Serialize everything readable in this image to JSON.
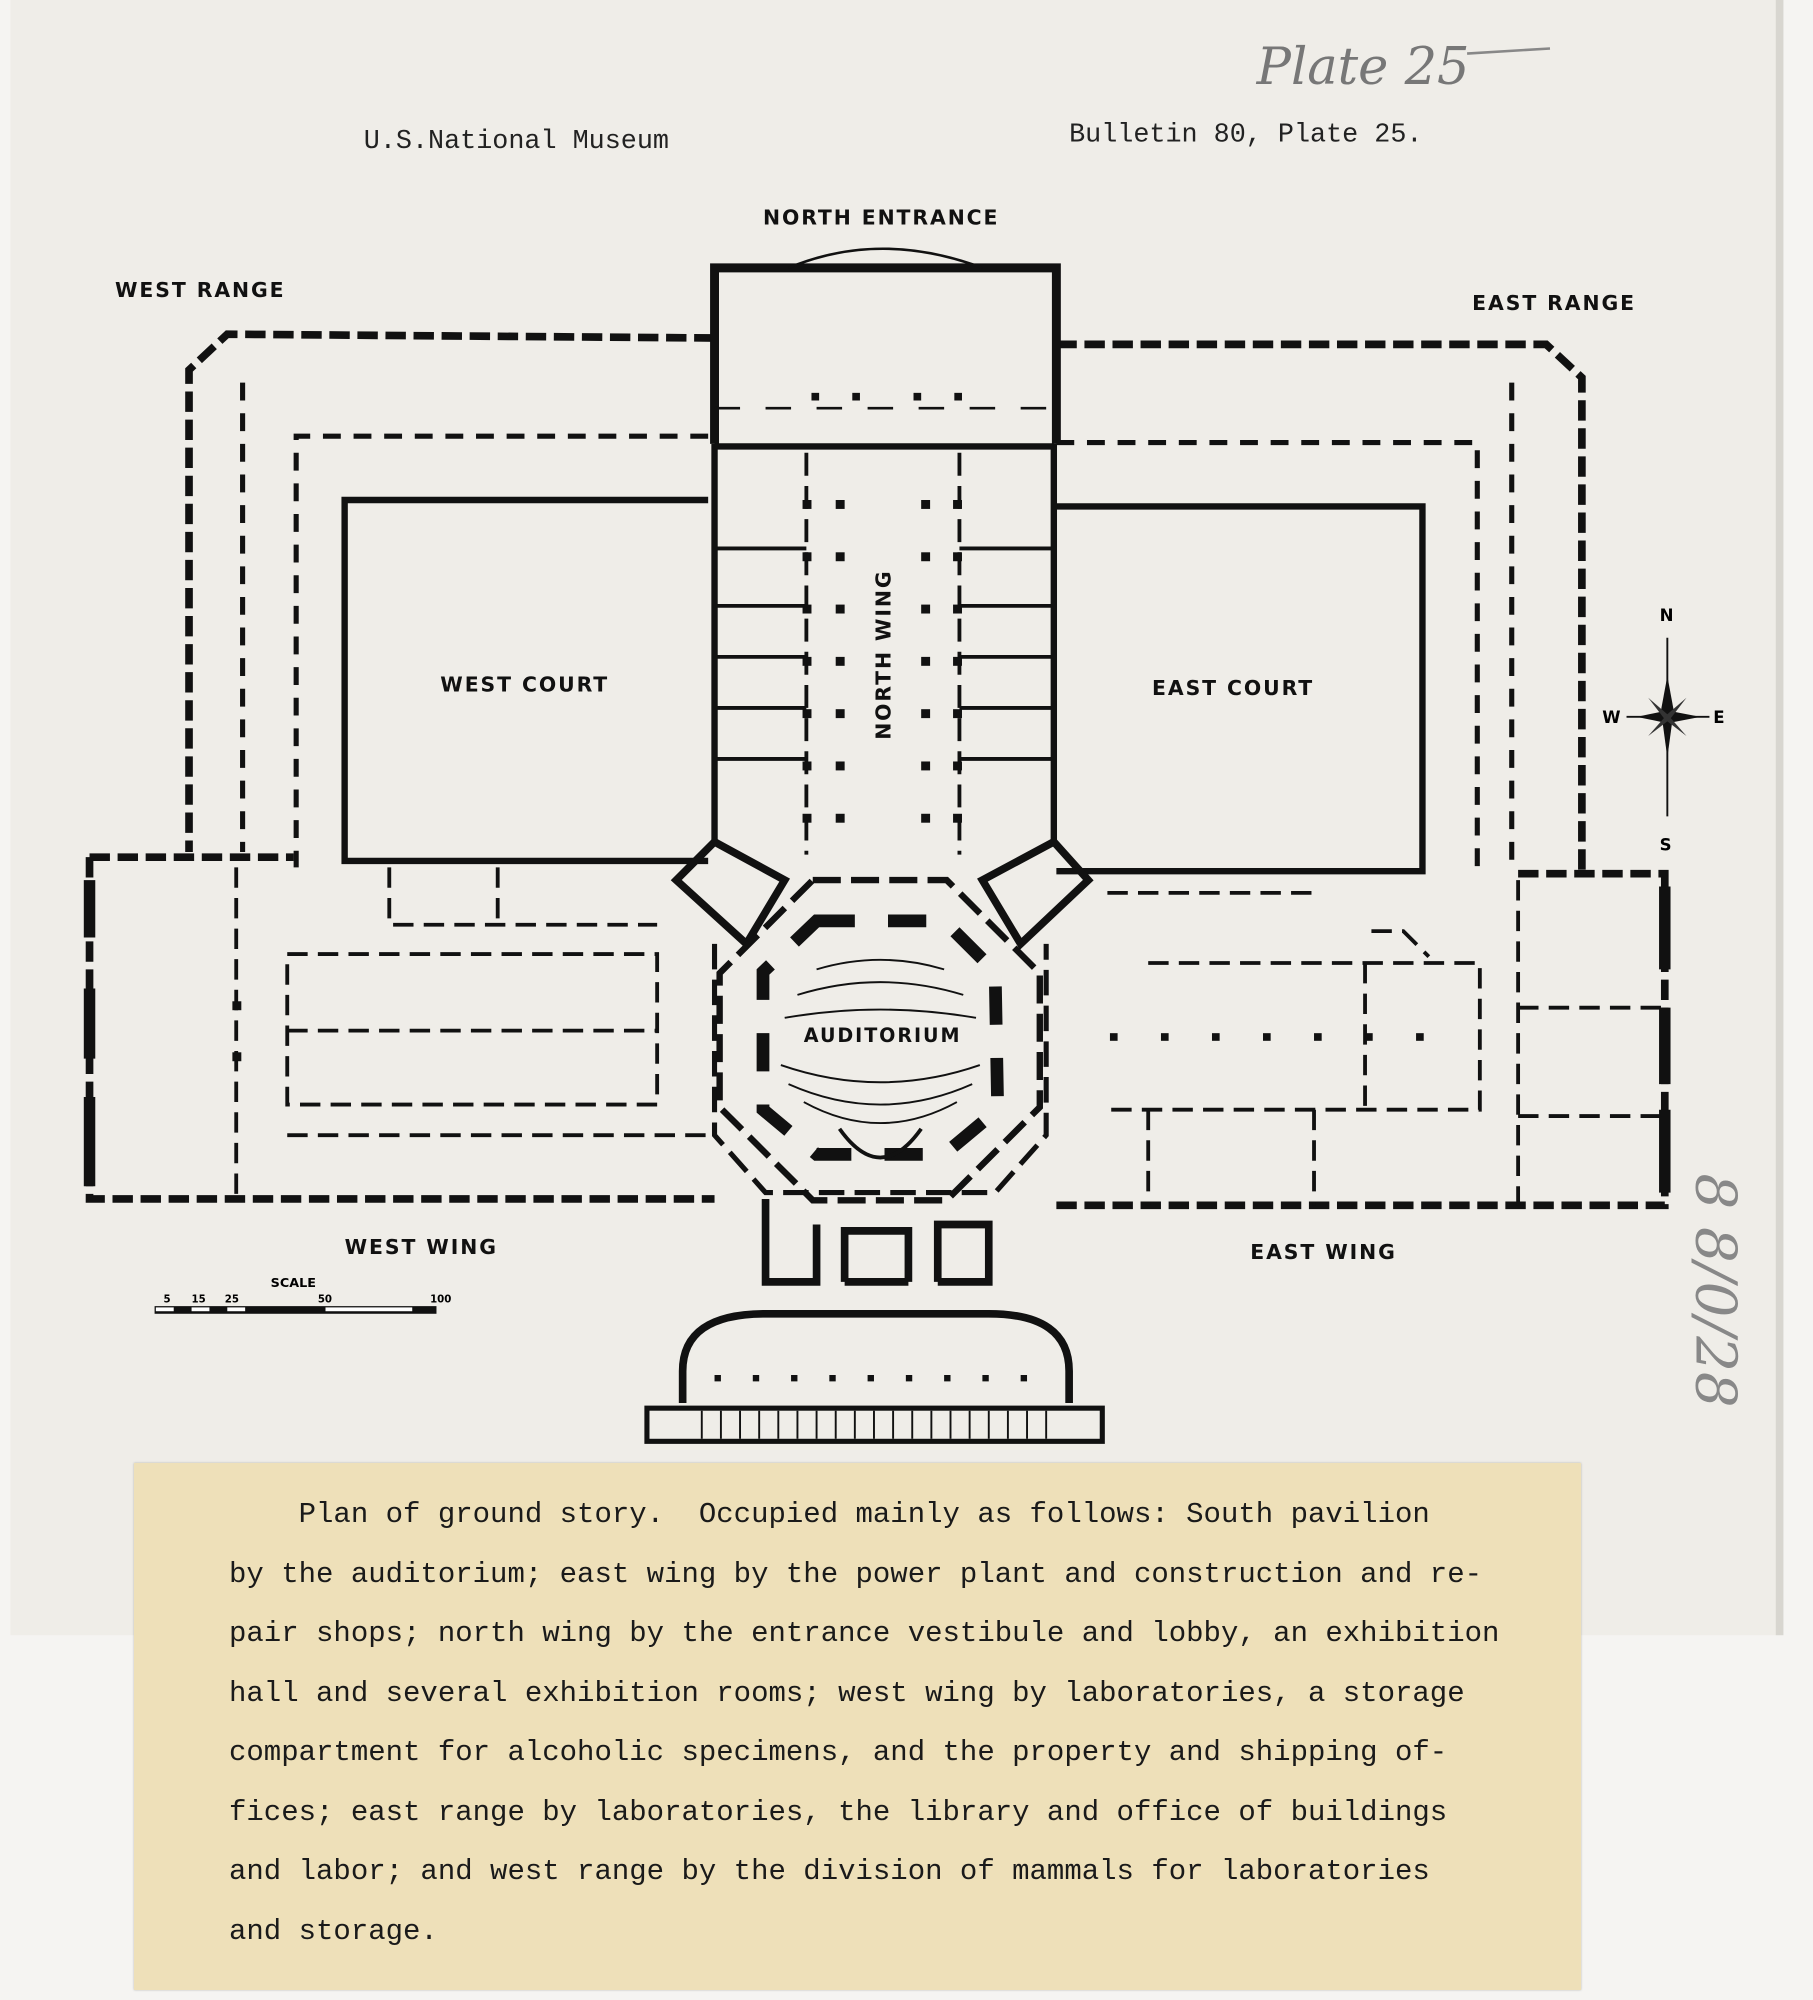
{
  "header": {
    "left": "U.S.National Museum",
    "right": "Bulletin 80, Plate 25.",
    "handwritten_plate": "Plate 25"
  },
  "margin_note": "8 8/0/28",
  "plan_labels": {
    "north_entrance": "NORTH ENTRANCE",
    "west_range": "WEST RANGE",
    "east_range": "EAST RANGE",
    "west_court": "WEST COURT",
    "east_court": "EAST COURT",
    "north_wing": "NORTH WING",
    "auditorium": "AUDITORIUM",
    "west_wing": "WEST WING",
    "east_wing": "EAST WING"
  },
  "compass": {
    "n": "N",
    "s": "S",
    "e": "E",
    "w": "W"
  },
  "scale": {
    "title": "SCALE",
    "ticks": [
      "5",
      "15",
      "25",
      "50",
      "100"
    ]
  },
  "caption": {
    "lines": [
      "    Plan of ground story.  Occupied mainly as follows: South pavilion",
      "by the auditorium; east wing by the power plant and construction and re-",
      "pair shops; north wing by the entrance vestibule and lobby, an exhibition",
      "hall and several exhibition rooms; west wing by laboratories, a storage",
      "compartment for alcoholic specimens, and the property and shipping of-",
      "fices; east range by laboratories, the library and office of buildings",
      "and labor; and west range by the division of mammals for laboratories",
      "and storage."
    ]
  }
}
